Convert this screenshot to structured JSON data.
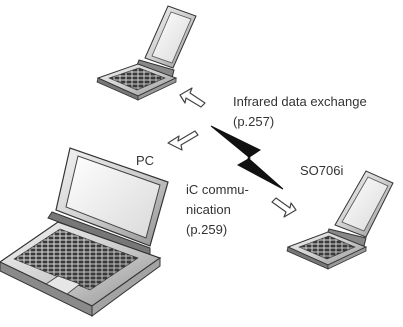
{
  "labels": {
    "infrared": "Infrared data exchange",
    "infrared_page": "(p.257)",
    "pc": "PC",
    "phone_model": "SO706i",
    "ic_line1": "iC commu-",
    "ic_line2": "nication",
    "ic_page": "(p.259)"
  },
  "icons": [
    "phone-top-icon",
    "phone-right-icon",
    "laptop-icon",
    "lightning-icon",
    "arrow-icons"
  ]
}
